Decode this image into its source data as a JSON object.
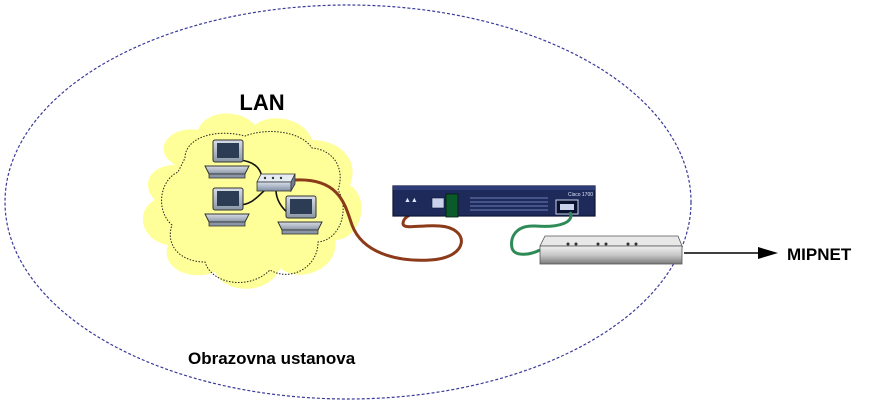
{
  "diagram": {
    "lan_label": "LAN",
    "institution_label": "Obrazovna ustanova",
    "external_network_label": "MIPNET"
  },
  "colors": {
    "boundary": "#3a3a9a",
    "lan_cloud": "#ffff99",
    "router_body": "#1e2a5a",
    "patch_cable": "#8b3a1a",
    "uplink_cable": "#2e8b57",
    "modem_body": "#c8c8c8"
  },
  "icons": [
    "workstation-icon",
    "switch-icon",
    "router-icon",
    "modem-icon",
    "arrow-right-icon"
  ]
}
